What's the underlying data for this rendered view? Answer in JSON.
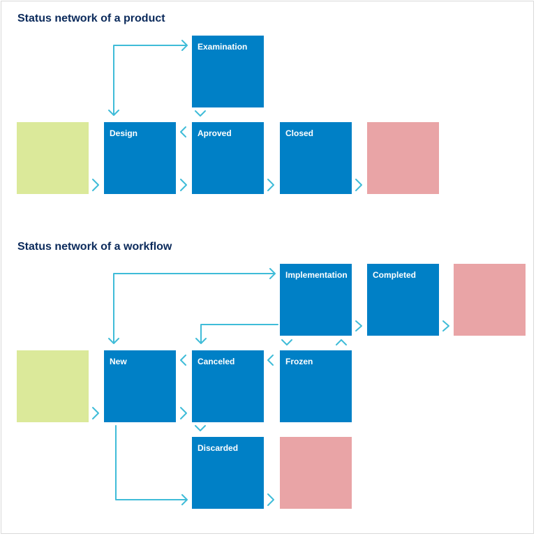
{
  "product_section": {
    "title": "Status network of a product",
    "statuses": {
      "examination": "Examination",
      "design": "Design",
      "approved": "Aproved",
      "closed": "Closed"
    }
  },
  "workflow_section": {
    "title": "Status network of a workflow",
    "statuses": {
      "implementation": "Implementation",
      "completed": "Completed",
      "new": "New",
      "canceled": "Canceled",
      "frozen": "Frozen",
      "discarded": "Discarded"
    }
  },
  "colors": {
    "status_box": "#0080c6",
    "start_marker": "#dbe99a",
    "end_marker": "#e9a4a6",
    "connector": "#3fbcd8",
    "heading": "#0b2a5b"
  }
}
